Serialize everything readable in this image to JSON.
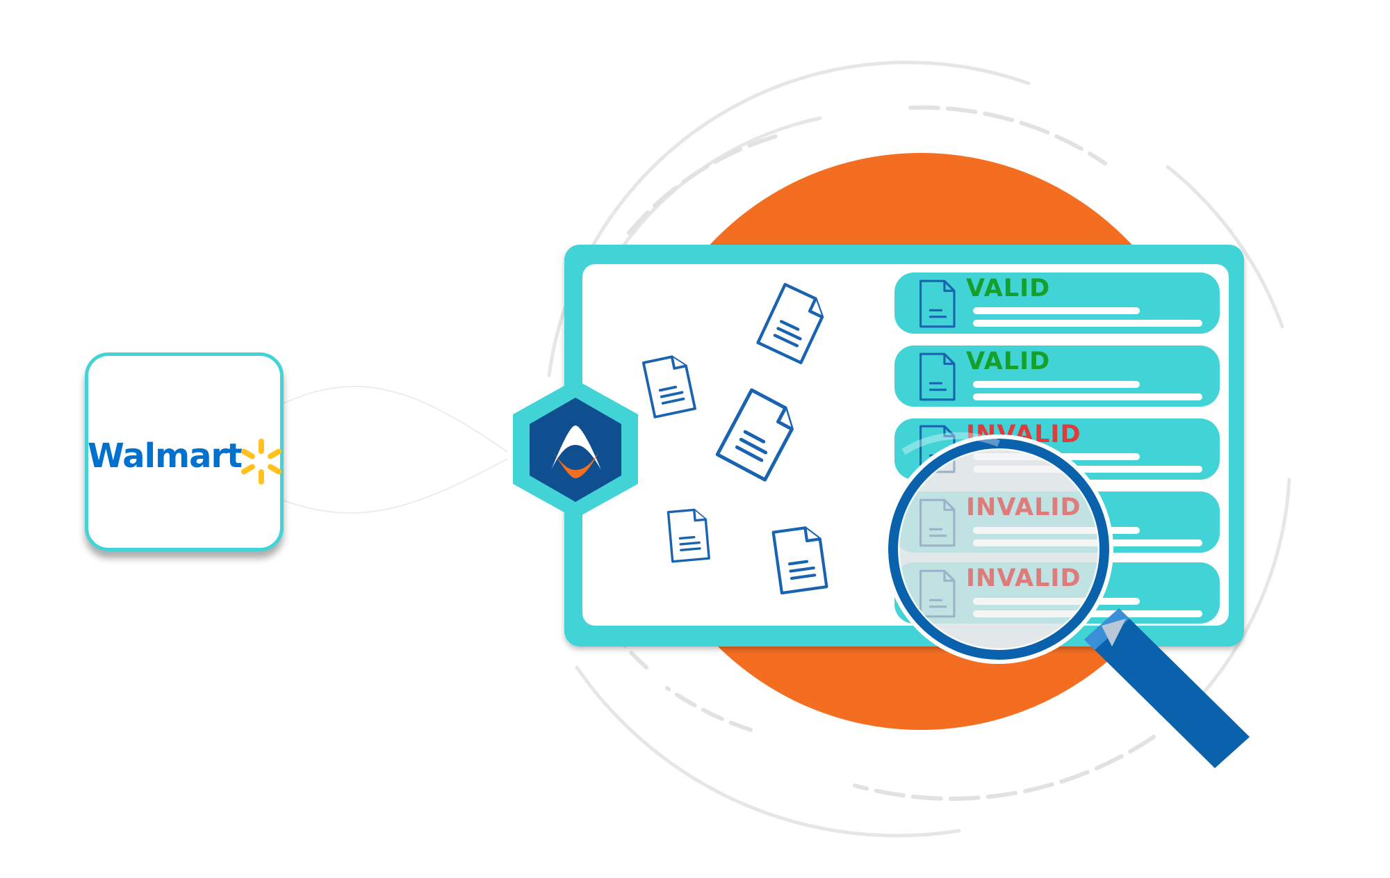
{
  "brand": {
    "name": "Walmart",
    "spark_color": "#ffc220",
    "text_color": "#0071ce"
  },
  "integrator_logo": {
    "icon": "hexagon-logo-icon",
    "colors": {
      "hex": "#42d3d6",
      "inner": "#0f4f8f",
      "orange": "#f36e21",
      "white": "#ffffff"
    }
  },
  "panel": {
    "border_color": "#42d3d6",
    "rows": [
      {
        "status": "VALID",
        "icon": "document-icon"
      },
      {
        "status": "VALID",
        "icon": "document-icon"
      },
      {
        "status": "INVALID",
        "icon": "document-icon"
      },
      {
        "status": "INVALID",
        "icon": "document-icon"
      },
      {
        "status": "INVALID",
        "icon": "document-icon"
      }
    ]
  },
  "colors": {
    "valid": "#14a02a",
    "invalid": "#e03a3a",
    "accent_orange": "#f36e21",
    "doc_blue": "#1a63b0",
    "magnifier_blue": "#0a62ad"
  },
  "icons": {
    "scattered": "document-icon",
    "magnifier": "magnifying-glass-icon"
  }
}
